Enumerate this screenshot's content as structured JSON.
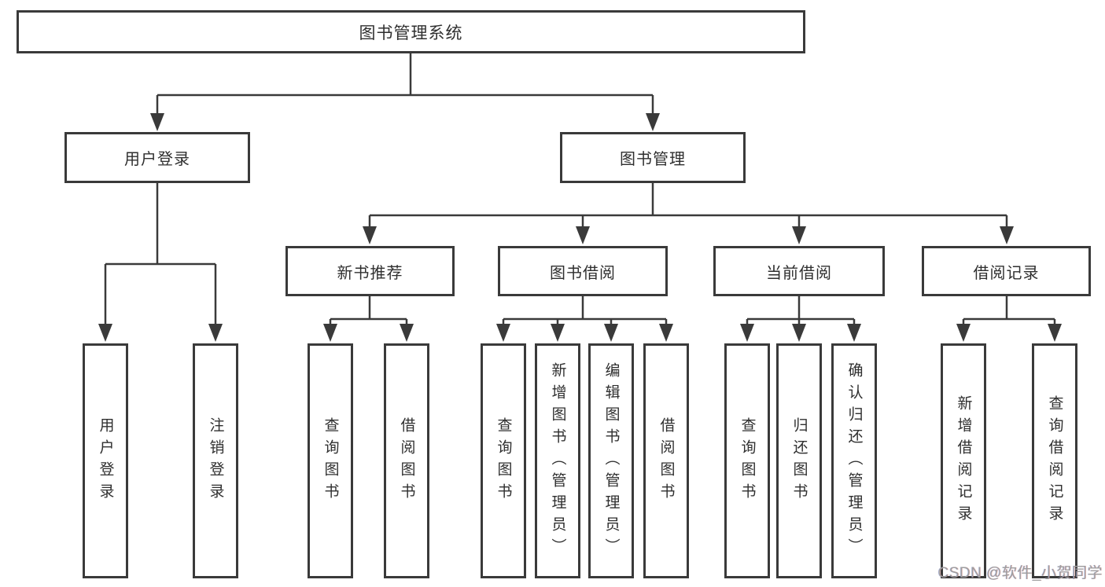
{
  "colors": {
    "background": "#ffffff",
    "line": "#3a3a3a",
    "box_border": "#3a3a3a",
    "text": "#2f2f2f",
    "watermark": "#9e9e9e"
  },
  "diagram": {
    "type": "hierarchy-tree",
    "root": {
      "label": "图书管理系统"
    },
    "level2": [
      {
        "label": "用户登录"
      },
      {
        "label": "图书管理"
      }
    ],
    "level3": [
      {
        "label": "新书推荐",
        "parent": "图书管理"
      },
      {
        "label": "图书借阅",
        "parent": "图书管理"
      },
      {
        "label": "当前借阅",
        "parent": "图书管理"
      },
      {
        "label": "借阅记录",
        "parent": "图书管理"
      }
    ],
    "leaves": [
      {
        "label": "用户登录",
        "parent": "用户登录"
      },
      {
        "label": "注销登录",
        "parent": "用户登录"
      },
      {
        "label": "查询图书",
        "parent": "新书推荐"
      },
      {
        "label": "借阅图书",
        "parent": "新书推荐"
      },
      {
        "label": "查询图书",
        "parent": "图书借阅"
      },
      {
        "label": "新增图书（管理员）",
        "parent": "图书借阅"
      },
      {
        "label": "编辑图书（管理员）",
        "parent": "图书借阅"
      },
      {
        "label": "借阅图书",
        "parent": "图书借阅"
      },
      {
        "label": "查询图书",
        "parent": "当前借阅"
      },
      {
        "label": "归还图书",
        "parent": "当前借阅"
      },
      {
        "label": "确认归还（管理员）",
        "parent": "当前借阅"
      },
      {
        "label": "新增借阅记录",
        "parent": "借阅记录"
      },
      {
        "label": "查询借阅记录",
        "parent": "借阅记录"
      }
    ]
  },
  "watermark": {
    "text": "CSDN @软件_小贺同学"
  }
}
